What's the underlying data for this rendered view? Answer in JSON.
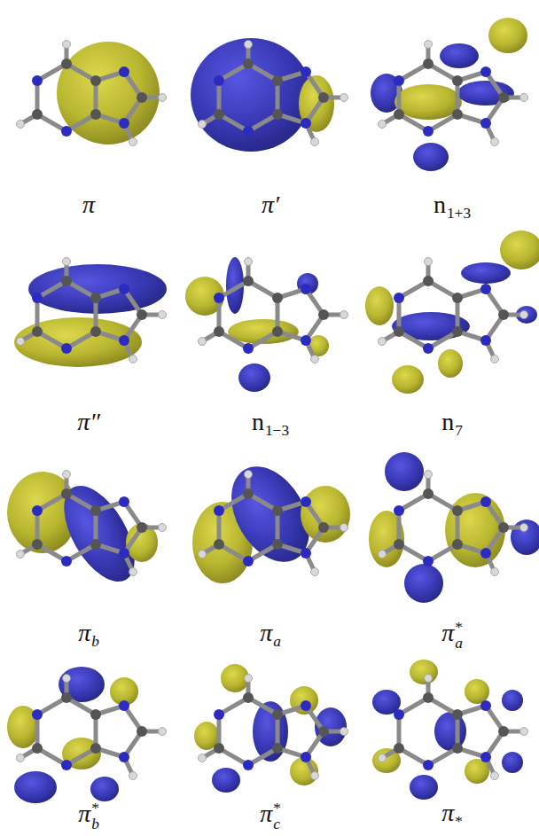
{
  "diagram": {
    "labels": [
      "π",
      "π′",
      "n",
      "1+3",
      "π″",
      "n",
      "1−3",
      "n",
      "7",
      "π",
      "b",
      "π",
      "a",
      "π",
      "a",
      "*",
      "π",
      "b",
      "*",
      "π",
      "c",
      "*",
      "π",
      "*"
    ]
  }
}
